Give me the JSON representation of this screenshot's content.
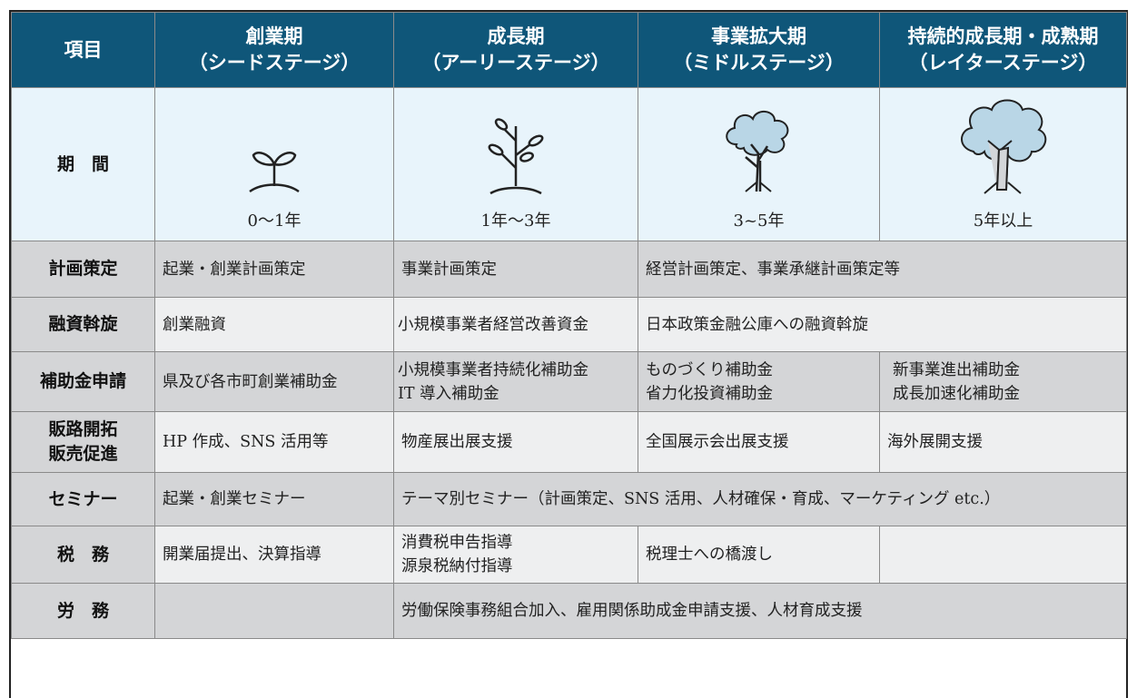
{
  "header": {
    "item": "項目",
    "stages": [
      {
        "name": "創業期",
        "sub": "（シードステージ）"
      },
      {
        "name": "成長期",
        "sub": "（アーリーステージ）"
      },
      {
        "name": "事業拡大期",
        "sub": "（ミドルステージ）"
      },
      {
        "name": "持続的成長期・成熟期",
        "sub": "（レイターステージ）"
      }
    ]
  },
  "period": {
    "label": "期　間",
    "values": [
      "0～1年",
      "1年～3年",
      "3~5年",
      "5年以上"
    ],
    "icons": [
      "sprout-icon",
      "young-plant-icon",
      "small-tree-icon",
      "large-tree-icon"
    ],
    "tree_color": "#b9d6e6"
  },
  "rows": {
    "planning": {
      "label": "計画策定",
      "c1": "起業・創業計画策定",
      "c2": "事業計画策定",
      "c34": "経営計画策定、事業承継計画策定等"
    },
    "financing": {
      "label": "融資斡旋",
      "c1": "創業融資",
      "c2": "小規模事業者経営改善資金",
      "c34": "日本政策金融公庫への融資斡旋"
    },
    "subsidy": {
      "label": "補助金申請",
      "c1": "県及び各市町創業補助金",
      "c2": [
        "小規模事業者持続化補助金",
        "IT 導入補助金"
      ],
      "c3": [
        "ものづくり補助金",
        "省力化投資補助金"
      ],
      "c4": [
        "新事業進出補助金",
        "成長加速化補助金"
      ]
    },
    "sales": {
      "label": [
        "販路開拓",
        "販売促進"
      ],
      "c1": "HP 作成、SNS 活用等",
      "c2": "物産展出展支援",
      "c3": "全国展示会出展支援",
      "c4": "海外展開支援"
    },
    "seminar": {
      "label": "セミナー",
      "c1": "起業・創業セミナー",
      "c234": "テーマ別セミナー（計画策定、SNS 活用、人材確保・育成、マーケティング etc.）"
    },
    "tax": {
      "label": "税　務",
      "c1": "開業届提出、決算指導",
      "c2": [
        "消費税申告指導",
        "源泉税納付指導"
      ],
      "c3": "税理士への橋渡し",
      "c4": ""
    },
    "labor": {
      "label": "労　務",
      "c1": "",
      "c234": "労働保険事務組合加入、雇用関係助成金申請支援、人材育成支援"
    }
  }
}
